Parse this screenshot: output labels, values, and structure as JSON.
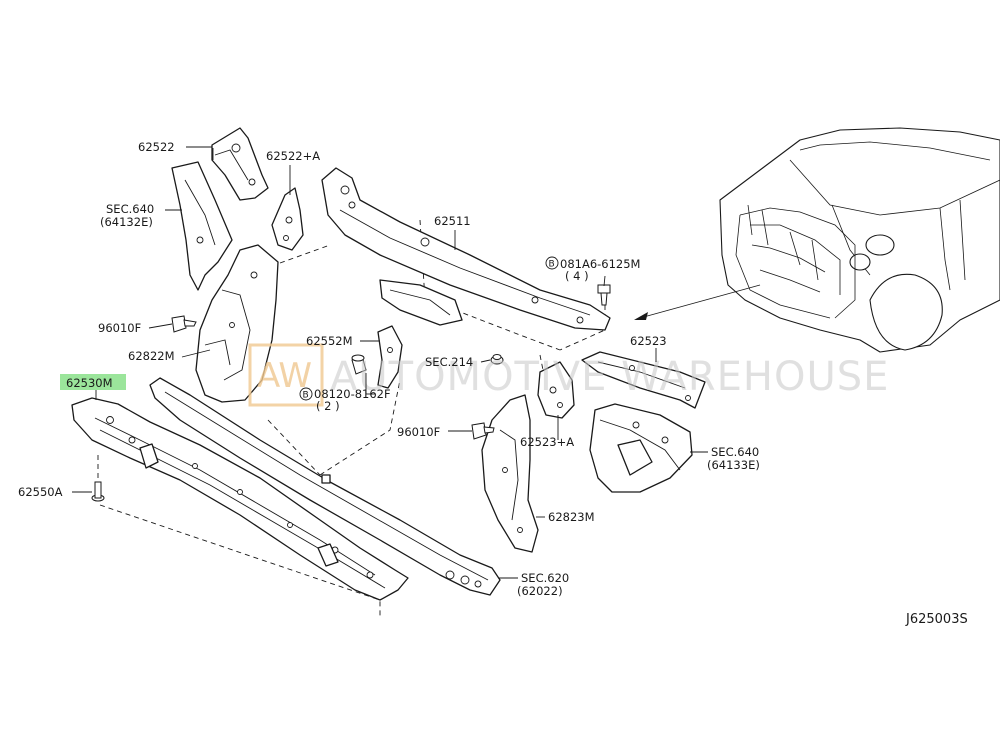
{
  "labels": {
    "p62522": "62522",
    "p62522A": "62522+A",
    "sec640_left": "SEC.640",
    "sec640_left_sub": "(64132E)",
    "p62511": "62511",
    "bolt_top_code": "081A6-6125M",
    "bolt_top_qty": "( 4 )",
    "bolt_top_marker": "B",
    "p96010F_left": "96010F",
    "p62822M": "62822M",
    "p62552M": "62552M",
    "sec214": "SEC.214",
    "bolt_mid_code": "08120-8162F",
    "bolt_mid_qty": "( 2 )",
    "bolt_mid_marker": "B",
    "p62530M": "62530M",
    "p62523": "62523",
    "p96010F_right": "96010F",
    "p62523A": "62523+A",
    "sec640_right": "SEC.640",
    "sec640_right_sub": "(64133E)",
    "p62550A": "62550A",
    "p62823M": "62823M",
    "sec620": "SEC.620",
    "sec620_sub": "(62022)",
    "diagram_code": "J625003S"
  },
  "watermark": {
    "logo": "AW",
    "text": "AUTOMOTIVE WAREHOUSE"
  },
  "highlight": {
    "part": "62530M",
    "color": "#9be59b"
  }
}
